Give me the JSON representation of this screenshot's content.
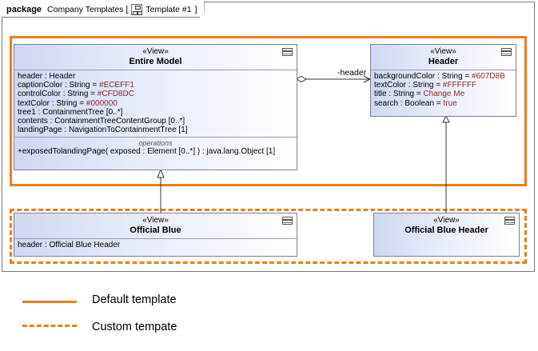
{
  "frame": {
    "keyword": "package",
    "name": "Company Templates [",
    "diagram_name": "Template #1",
    "close": "]"
  },
  "colors": {
    "accent": "#f07c18",
    "class_border": "#7d7d9b"
  },
  "classes": {
    "entire_model": {
      "stereotype": "«View»",
      "name": "Entire Model",
      "attributes": [
        {
          "name": "header",
          "sep": " : ",
          "type": "Header",
          "eq": "",
          "value": ""
        },
        {
          "name": "captionColor",
          "sep": " : ",
          "type": "String",
          "eq": " = ",
          "value": "#ECEFF1"
        },
        {
          "name": "controlColor",
          "sep": " : ",
          "type": "String",
          "eq": " = ",
          "value": "#CFD8DC"
        },
        {
          "name": "textColor",
          "sep": " : ",
          "type": "String",
          "eq": " = ",
          "value": "#000000"
        },
        {
          "name": "tree1",
          "sep": " : ",
          "type": "ContainmentTree [0..*]",
          "eq": "",
          "value": ""
        },
        {
          "name": "contents",
          "sep": " : ",
          "type": "ContainmentTreeContentGroup [0..*]",
          "eq": "",
          "value": ""
        },
        {
          "name": "landingPage",
          "sep": " : ",
          "type": "NavigationToContainmentTree [1]",
          "eq": "",
          "value": ""
        }
      ],
      "operations_label": "operations",
      "operations": [
        "+exposedTolandingPage( exposed : Element [0..*] ) : java.lang.Object [1]"
      ]
    },
    "header": {
      "stereotype": "«View»",
      "name": "Header",
      "attributes": [
        {
          "name": "backgroundColor",
          "sep": " : ",
          "type": "String",
          "eq": " = ",
          "value": "#607D8B"
        },
        {
          "name": "textColor",
          "sep": " : ",
          "type": "String",
          "eq": " = ",
          "value": "#FFFFFF"
        },
        {
          "name": "title",
          "sep": " : ",
          "type": "String",
          "eq": " = ",
          "value": "Change Me"
        },
        {
          "name": "search",
          "sep": " : ",
          "type": "Boolean",
          "eq": " = ",
          "value": "true"
        }
      ]
    },
    "official_blue": {
      "stereotype": "«View»",
      "name": "Official Blue",
      "attributes": [
        {
          "name": "header",
          "sep": " : ",
          "type": "Official Blue Header",
          "eq": "",
          "value": ""
        }
      ]
    },
    "official_blue_header": {
      "stereotype": "«View»",
      "name": "Official Blue Header"
    }
  },
  "association": {
    "role": "-header"
  },
  "legend": {
    "default_label": "Default template",
    "custom_label": "Custom tempate"
  }
}
